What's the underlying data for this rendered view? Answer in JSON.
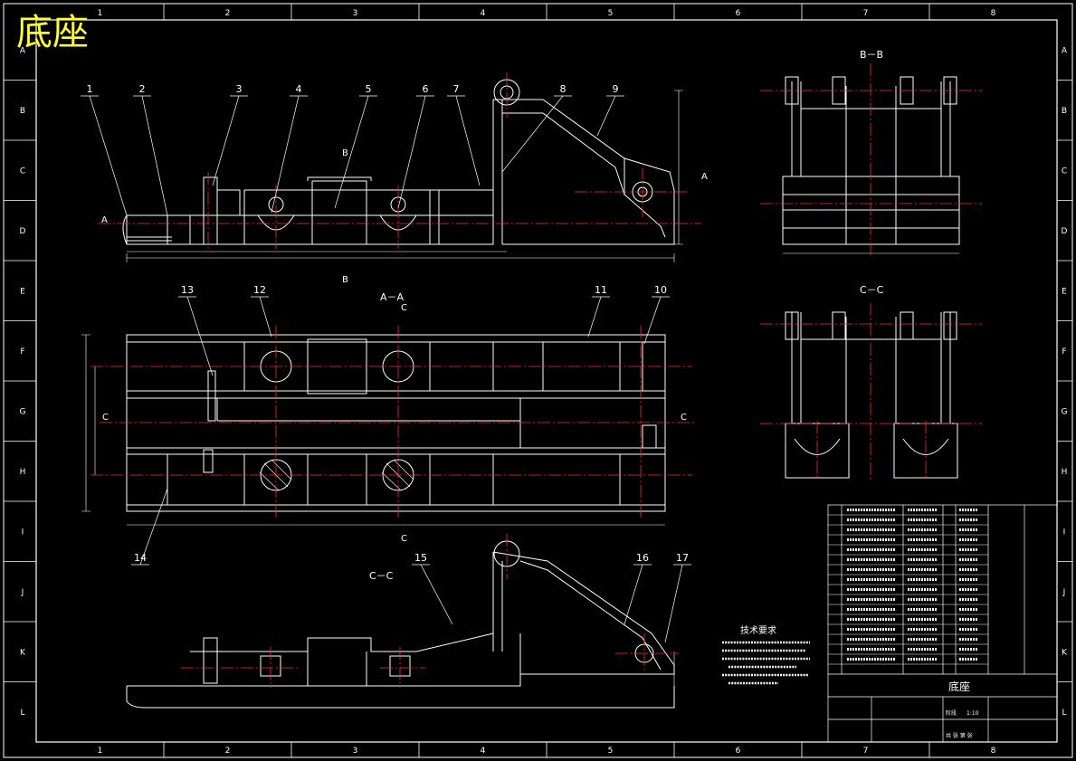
{
  "title": "底座",
  "grid_columns": [
    "1",
    "2",
    "3",
    "4",
    "5",
    "6",
    "7",
    "8"
  ],
  "grid_rows": [
    "A",
    "B",
    "C",
    "D",
    "E",
    "F",
    "G",
    "H",
    "I",
    "J",
    "K",
    "L"
  ],
  "part_numbers": [
    "1",
    "2",
    "3",
    "4",
    "5",
    "6",
    "7",
    "8",
    "9",
    "10",
    "11",
    "12",
    "13",
    "14",
    "15",
    "16",
    "17"
  ],
  "section_labels": {
    "aa": "A－A",
    "bb": "B－B",
    "cc_right": "C－C",
    "cc_bottom": "C－C",
    "cut_a": "A",
    "cut_b": "B",
    "cut_c": "C"
  },
  "tech_requirements": {
    "heading": "技术要求"
  },
  "title_block": {
    "name": "底座",
    "scale": "1:10",
    "stage_label": "阶段",
    "sheet_label": "共 张 第 张"
  },
  "colors": {
    "line": "#ffffff",
    "centerline": "#ff2a2a",
    "title": "#ffff33",
    "hatch_mark": "#4a5cff"
  }
}
